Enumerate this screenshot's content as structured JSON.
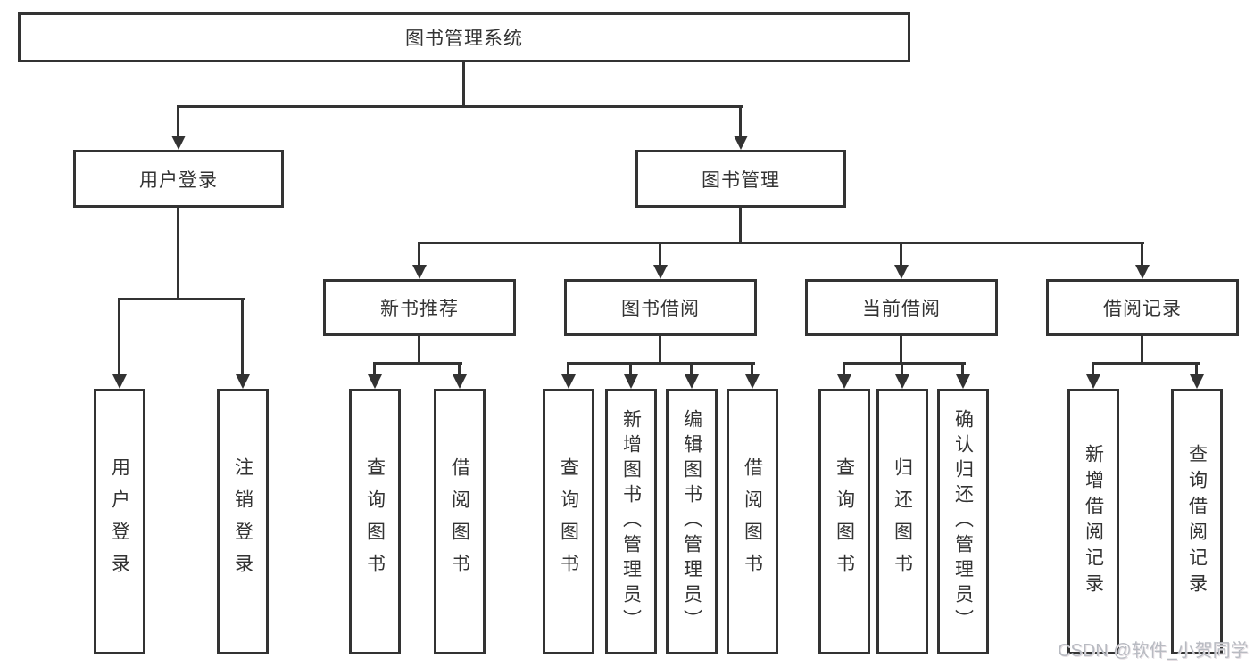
{
  "diagram_title": "图书管理系统",
  "tree": {
    "label": "图书管理系统",
    "children": [
      {
        "label": "用户登录",
        "children": [
          {
            "label": "用户登录"
          },
          {
            "label": "注销登录"
          }
        ]
      },
      {
        "label": "图书管理",
        "children": [
          {
            "label": "新书推荐",
            "children": [
              {
                "label": "查询图书"
              },
              {
                "label": "借阅图书"
              }
            ]
          },
          {
            "label": "图书借阅",
            "children": [
              {
                "label": "查询图书"
              },
              {
                "label": "新增图书（管理员）"
              },
              {
                "label": "编辑图书（管理员）"
              },
              {
                "label": "借阅图书"
              }
            ]
          },
          {
            "label": "当前借阅",
            "children": [
              {
                "label": "查询图书"
              },
              {
                "label": "归还图书"
              },
              {
                "label": "确认归还（管理员）"
              }
            ]
          },
          {
            "label": "借阅记录",
            "children": [
              {
                "label": "新增借阅记录"
              },
              {
                "label": "查询借阅记录"
              }
            ]
          }
        ]
      }
    ]
  },
  "watermark": {
    "text": "CSDN @软件_小贺同学"
  },
  "colors": {
    "line": "#333333",
    "box_fill": "#ffffff",
    "text": "#333333",
    "watermark": "#b8bbc2"
  }
}
